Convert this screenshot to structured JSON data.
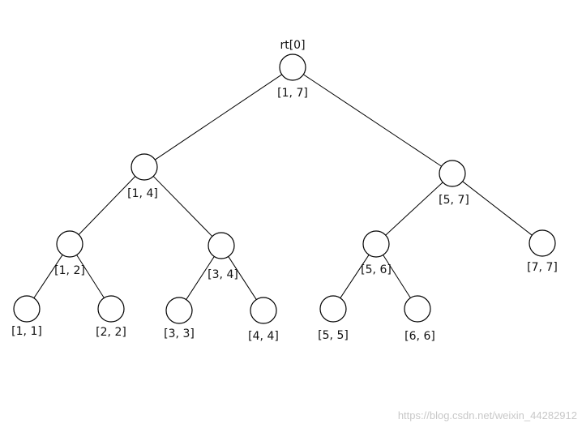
{
  "diagram": {
    "title": "",
    "root_label": "rt[0]",
    "watermark": "https://blog.csdn.net/weixin_44282912",
    "colors": {
      "stroke": "#000000",
      "node_fill": "#ffffff",
      "text": "#111111",
      "watermark": "#c8c8c8"
    },
    "nodes": [
      {
        "id": "1-7",
        "label": "[1, 7]"
      },
      {
        "id": "1-4",
        "label": "[1, 4]"
      },
      {
        "id": "5-7",
        "label": "[5, 7]"
      },
      {
        "id": "1-2",
        "label": "[1, 2]"
      },
      {
        "id": "3-4",
        "label": "[3, 4]"
      },
      {
        "id": "5-6",
        "label": "[5, 6]"
      },
      {
        "id": "7-7",
        "label": "[7, 7]"
      },
      {
        "id": "1-1",
        "label": "[1, 1]"
      },
      {
        "id": "2-2",
        "label": "[2, 2]"
      },
      {
        "id": "3-3",
        "label": "[3, 3]"
      },
      {
        "id": "4-4",
        "label": "[4, 4]"
      },
      {
        "id": "5-5",
        "label": "[5, 5]"
      },
      {
        "id": "6-6",
        "label": "[6, 6]"
      }
    ],
    "edges": [
      [
        "1-7",
        "1-4"
      ],
      [
        "1-7",
        "5-7"
      ],
      [
        "1-4",
        "1-2"
      ],
      [
        "1-4",
        "3-4"
      ],
      [
        "5-7",
        "5-6"
      ],
      [
        "5-7",
        "7-7"
      ],
      [
        "1-2",
        "1-1"
      ],
      [
        "1-2",
        "2-2"
      ],
      [
        "3-4",
        "3-3"
      ],
      [
        "3-4",
        "4-4"
      ],
      [
        "5-6",
        "5-5"
      ],
      [
        "5-6",
        "6-6"
      ]
    ]
  }
}
